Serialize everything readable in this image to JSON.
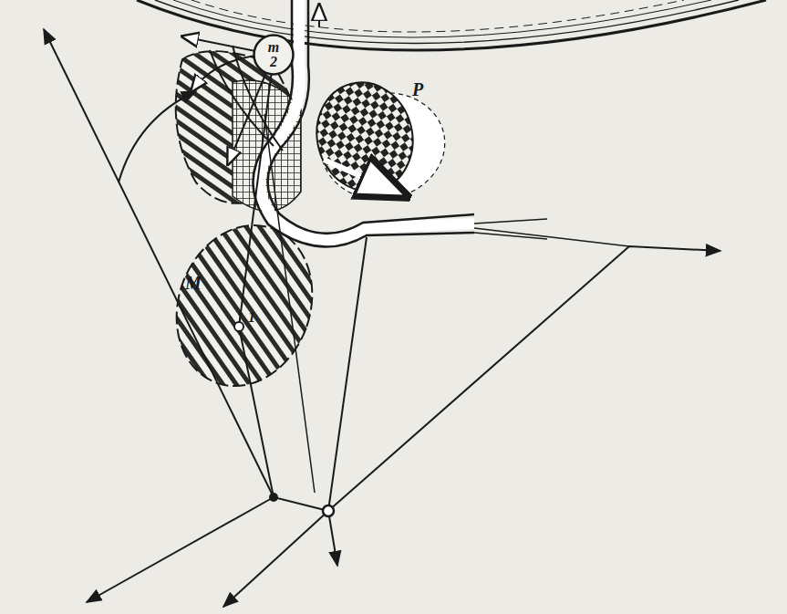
{
  "diagram": {
    "nodes": [
      {
        "text": [
          "m",
          "2"
        ]
      }
    ],
    "labels": [
      "P",
      "M",
      "1"
    ]
  }
}
